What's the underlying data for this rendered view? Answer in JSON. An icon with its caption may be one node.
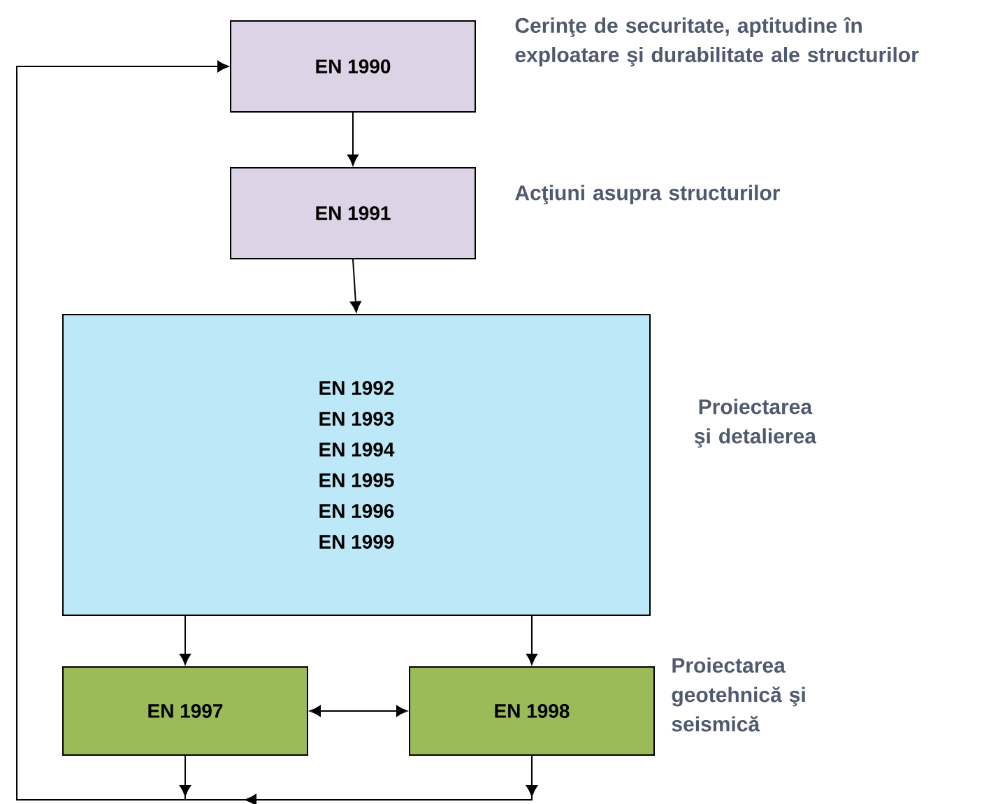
{
  "diagram": {
    "nodes": [
      {
        "text": [
          "EN 1990"
        ],
        "beside": [
          "Cerinţe de securitate, aptitudine în exploatare şi durabilitate ale structurilor"
        ]
      },
      {
        "text": [
          "EN 1991"
        ],
        "beside": [
          "Acţiuni asupra structurilor"
        ]
      },
      {
        "text": [
          "EN 1992",
          "EN 1993",
          "EN 1994",
          "EN 1995",
          "EN 1996",
          "EN 1999"
        ],
        "beside": [
          "Proiectarea şi detalierea"
        ]
      },
      {
        "text": [
          "EN 1997"
        ]
      },
      {
        "text": [
          "EN 1998"
        ]
      }
    ],
    "edges": [
      {
        "from": 0,
        "to": 1,
        "arrow": "to"
      },
      {
        "from": 1,
        "to": 2,
        "arrow": "to"
      },
      {
        "from": 2,
        "to": 3,
        "arrow": "to"
      },
      {
        "from": 2,
        "to": 4,
        "arrow": "to"
      },
      {
        "from": 3,
        "to": 4,
        "arrow": "both"
      },
      {
        "from": 3,
        "to": 0,
        "arrow": "to"
      },
      {
        "from": 4,
        "to": 0,
        "arrow": "to"
      }
    ],
    "labels": [
      "Proiectarea geotehnică şi seismică"
    ]
  }
}
